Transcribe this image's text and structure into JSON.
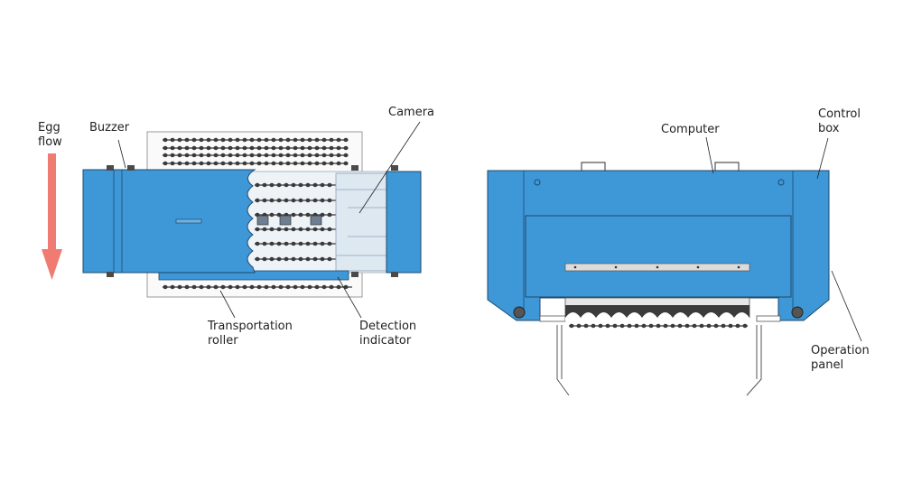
{
  "colors": {
    "machine_blue": "#3e97d6",
    "machine_outline": "#1f4a6e",
    "arrow": "#ef7b72",
    "roller_dark": "#3a3a3a",
    "detection_cover": "#d8e8f4"
  },
  "left_view": {
    "egg_flow": {
      "line1": "Egg",
      "line2": "flow"
    },
    "buzzer": "Buzzer",
    "camera": "Camera",
    "transportation_roller": {
      "line1": "Transportation",
      "line2": "roller"
    },
    "detection_indicator": {
      "line1": "Detection",
      "line2": "indicator"
    }
  },
  "right_view": {
    "computer": "Computer",
    "control_box": {
      "line1": "Control",
      "line2": "box"
    },
    "operation_panel": {
      "line1": "Operation",
      "line2": "panel"
    }
  }
}
